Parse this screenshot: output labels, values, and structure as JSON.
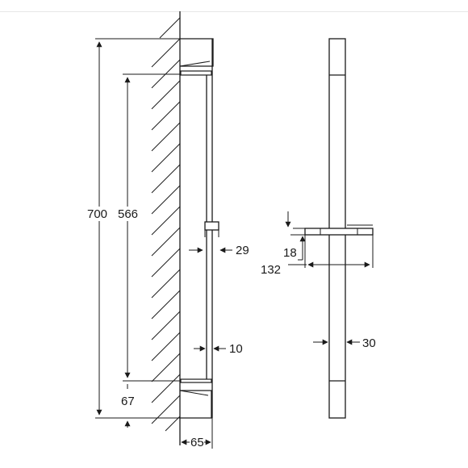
{
  "drawing": {
    "side_view": {
      "overall_height": "700",
      "hole_spacing": "566",
      "bottom_offset": "67",
      "wall_projection": "65",
      "slider_offset": "29",
      "rail_offset": "10"
    },
    "front_view": {
      "slider_height": "18",
      "slider_width": "132",
      "rail_width": "30"
    }
  }
}
